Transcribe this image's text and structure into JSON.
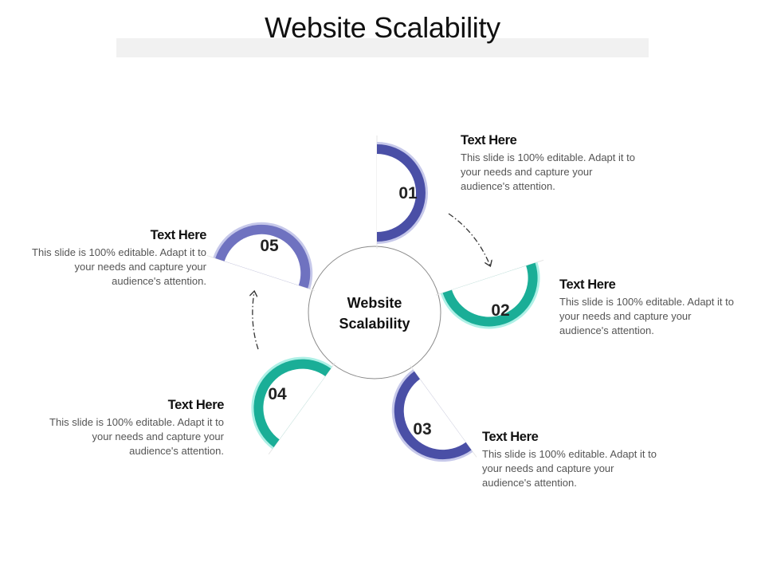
{
  "title": "Website Scalability",
  "center": {
    "line1": "Website",
    "line2": "Scalability"
  },
  "colors": {
    "indigo": "#4a4fa6",
    "indigo_light": "#6f72c0",
    "teal": "#1aae97",
    "title_band": "#f1f1f1",
    "center_circle_stroke": "#8a8a8a"
  },
  "segments": [
    {
      "number": "01",
      "color": "#4a4fa6",
      "heading": "Text Here",
      "body": "This slide is 100% editable. Adapt it to your needs and capture your audience's attention."
    },
    {
      "number": "02",
      "color": "#1aae97",
      "heading": "Text Here",
      "body": "This slide is 100% editable. Adapt it to your needs and capture your audience's attention."
    },
    {
      "number": "03",
      "color": "#4a4fa6",
      "heading": "Text Here",
      "body": "This slide is 100% editable. Adapt it to your needs and capture your audience's attention."
    },
    {
      "number": "04",
      "color": "#1aae97",
      "heading": "Text Here",
      "body": "This slide is 100% editable. Adapt it to your needs and capture your audience's attention."
    },
    {
      "number": "05",
      "color": "#6f72c0",
      "heading": "Text Here",
      "body": "This slide is 100% editable. Adapt it to your needs and capture your audience's attention."
    }
  ]
}
